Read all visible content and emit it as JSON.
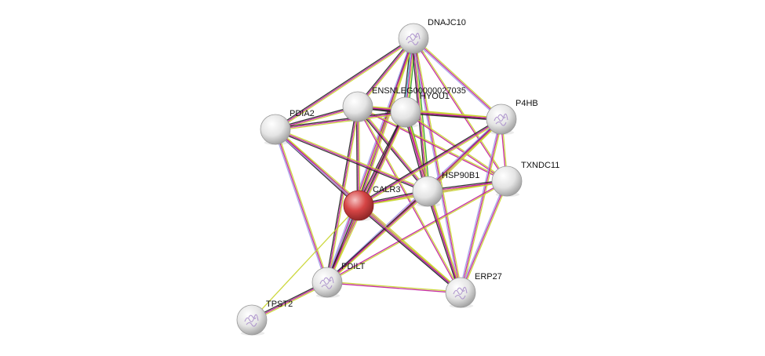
{
  "network": {
    "nodes": [
      {
        "id": "calr3",
        "label": "CALR3",
        "query": true
      },
      {
        "id": "dnajc10",
        "label": "DNAJC10",
        "structure": true
      },
      {
        "id": "ensnleg",
        "label": "ENSNLEG00000027035",
        "structure": false
      },
      {
        "id": "hyou1",
        "label": "HYOU1",
        "structure": false
      },
      {
        "id": "p4hb",
        "label": "P4HB",
        "structure": true
      },
      {
        "id": "pdia2",
        "label": "PDIA2",
        "structure": false
      },
      {
        "id": "txndc11",
        "label": "TXNDC11",
        "structure": false
      },
      {
        "id": "hsp90b1",
        "label": "HSP90B1",
        "structure": false
      },
      {
        "id": "pdilt",
        "label": "PDILT",
        "structure": true
      },
      {
        "id": "erp27",
        "label": "ERP27",
        "structure": true
      },
      {
        "id": "tpst2",
        "label": "TPST2",
        "structure": true
      }
    ],
    "edge_colors": {
      "textmining": "#c8d42b",
      "coexpression": "#222222",
      "experiments": "#c0189a",
      "databases": "#45a8c9",
      "homology": "#9f9fe6",
      "neighborhood": "#2c9e2c"
    },
    "query_color": "#d64545",
    "node_color": "#e4e4e4"
  }
}
